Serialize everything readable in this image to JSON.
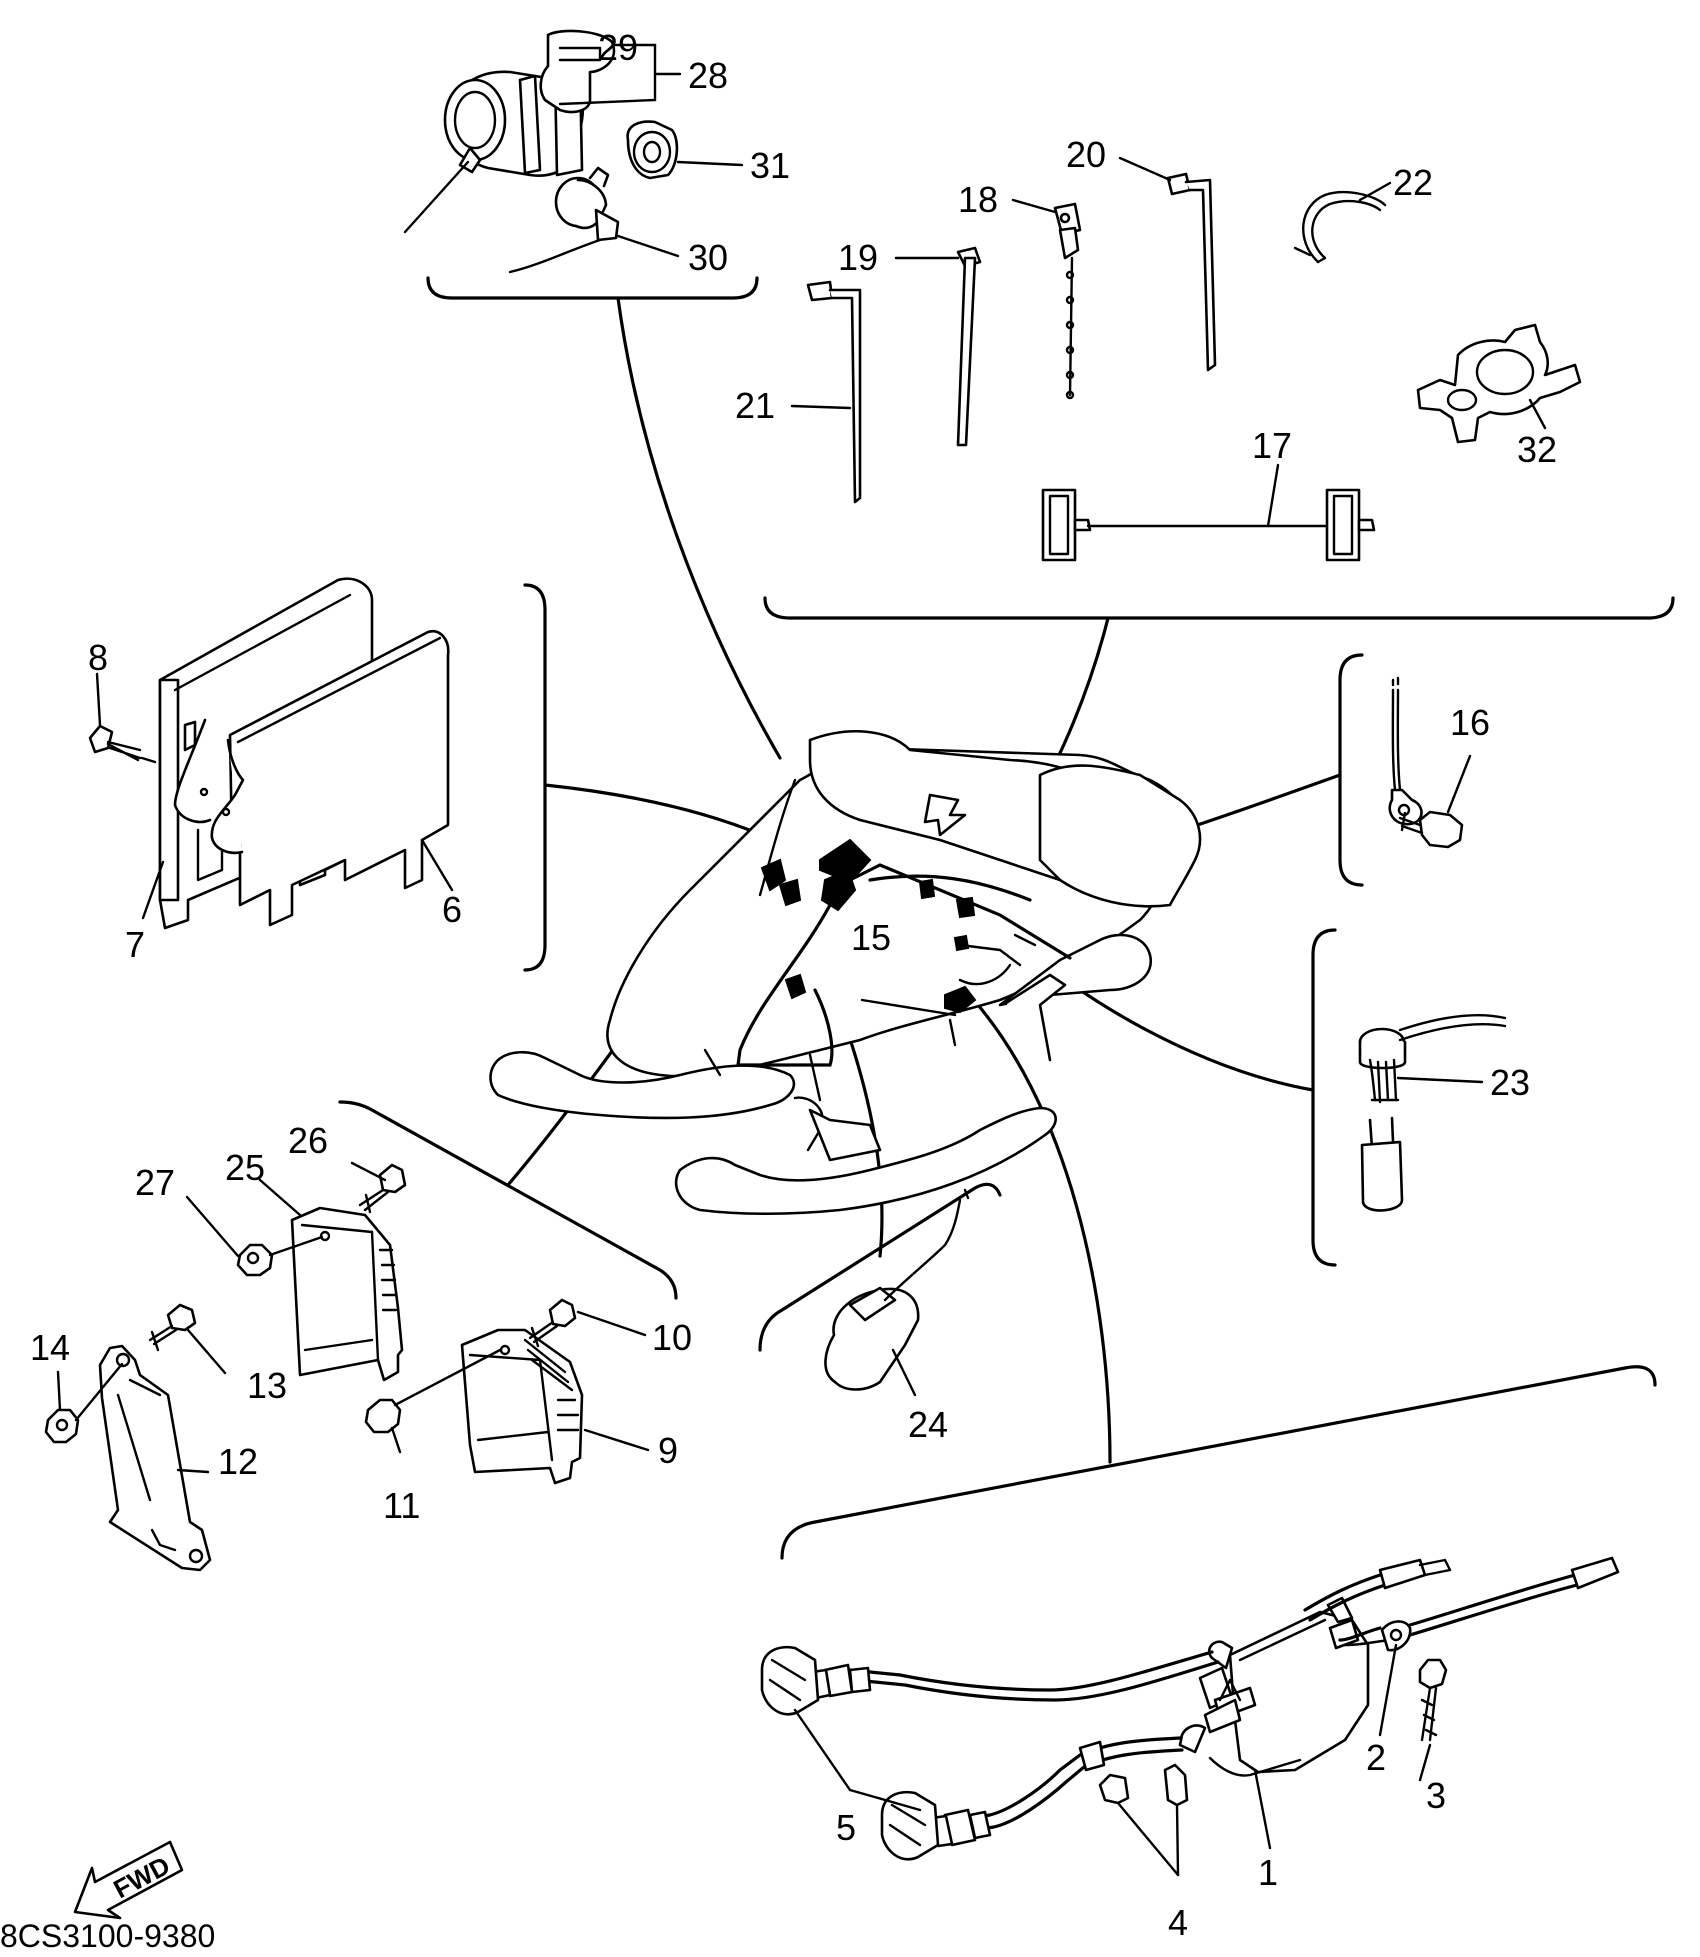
{
  "diagram": {
    "part_code": "8CS3100-9380",
    "direction_label": "FWD",
    "accent_color": "#000000",
    "callouts": [
      "1",
      "2",
      "3",
      "4",
      "5",
      "6",
      "7",
      "8",
      "9",
      "10",
      "11",
      "12",
      "13",
      "14",
      "15",
      "16",
      "17",
      "18",
      "19",
      "20",
      "21",
      "22",
      "23",
      "24",
      "25",
      "26",
      "27",
      "28",
      "29",
      "30",
      "31",
      "32"
    ]
  }
}
